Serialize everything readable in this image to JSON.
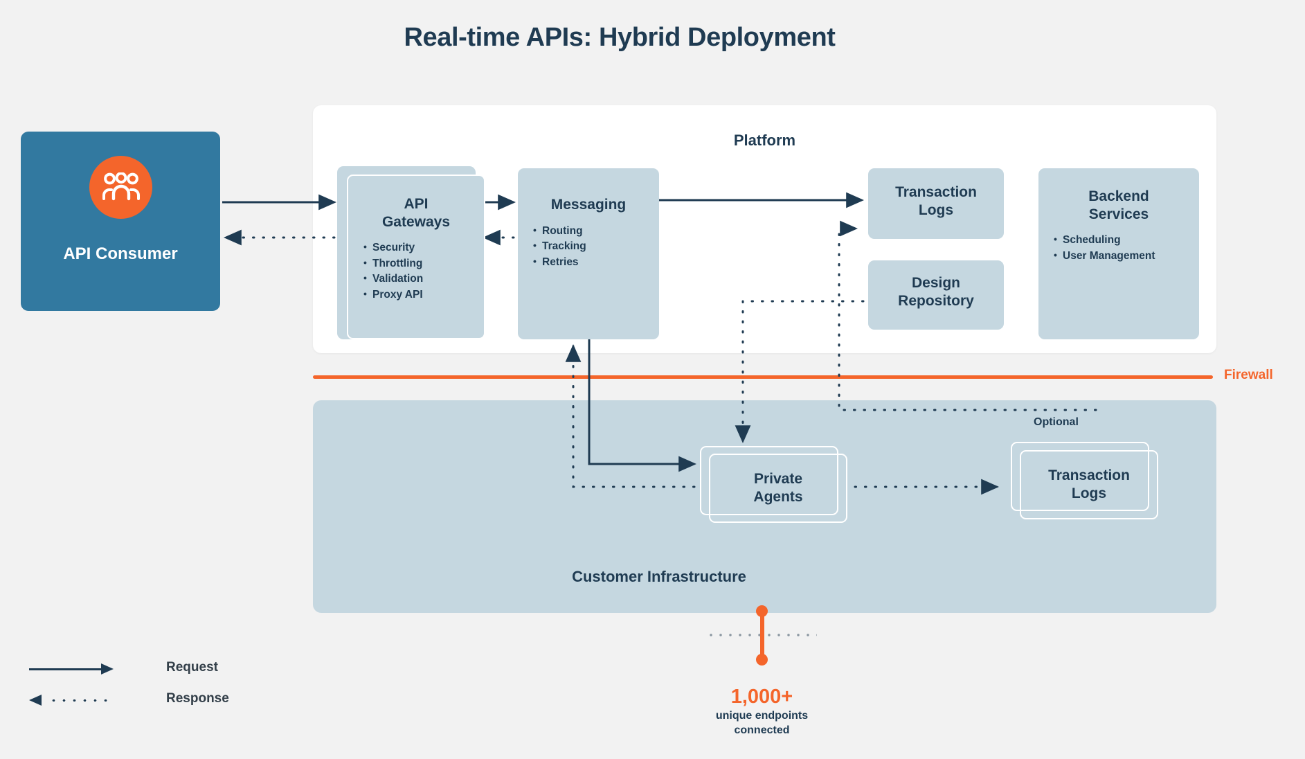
{
  "title": "Real-time APIs: Hybrid Deployment",
  "colors": {
    "background": "#f2f2f2",
    "navy": "#1f3b52",
    "node_fill": "#c5d7e0",
    "consumer_fill": "#3279a0",
    "accent_orange": "#f4652b",
    "panel_white": "#ffffff"
  },
  "consumer": {
    "label": "API Consumer",
    "icon": "users-group-icon"
  },
  "platform": {
    "label": "Platform",
    "nodes": [
      {
        "id": "api-gateways",
        "title": "API\nGateways",
        "title_lines": [
          "API",
          "Gateways"
        ],
        "stacked": true,
        "bullets": [
          "Security",
          "Throttling",
          "Validation",
          "Proxy API"
        ]
      },
      {
        "id": "messaging",
        "title": "Messaging",
        "title_lines": [
          "Messaging"
        ],
        "stacked": false,
        "bullets": [
          "Routing",
          "Tracking",
          "Retries"
        ]
      },
      {
        "id": "transaction-logs",
        "title": "Transaction Logs",
        "title_lines": [
          "Transaction",
          "Logs"
        ],
        "stacked": false,
        "bullets": []
      },
      {
        "id": "design-repository",
        "title": "Design Repository",
        "title_lines": [
          "Design",
          "Repository"
        ],
        "stacked": false,
        "bullets": []
      },
      {
        "id": "backend-services",
        "title": "Backend Services",
        "title_lines": [
          "Backend",
          "Services"
        ],
        "stacked": false,
        "bullets": [
          "Scheduling",
          "User Management"
        ]
      }
    ]
  },
  "infrastructure": {
    "label": "Customer Infrastructure",
    "optional_label": "Optional",
    "nodes": [
      {
        "id": "private-agents",
        "title": "Private Agents",
        "title_lines": [
          "Private",
          "Agents"
        ],
        "stacked": true
      },
      {
        "id": "infra-transaction-logs",
        "title": "Transaction Logs",
        "title_lines": [
          "Transaction",
          "Logs"
        ],
        "stacked": true
      }
    ]
  },
  "firewall": {
    "label": "Firewall"
  },
  "endpoints": {
    "count": "1,000+",
    "caption_line1": "unique endpoints",
    "caption_line2": "connected"
  },
  "legend": {
    "items": [
      {
        "label": "Request",
        "style": "solid-arrow-right"
      },
      {
        "label": "Response",
        "style": "dotted-arrow-left"
      }
    ]
  }
}
